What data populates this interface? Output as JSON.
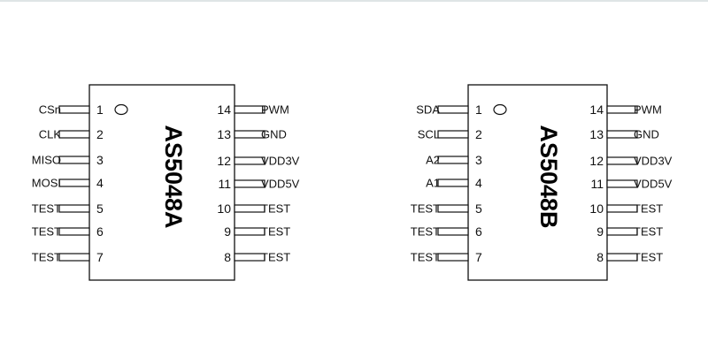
{
  "chips": [
    {
      "name": "AS5048A",
      "left_pins": [
        {
          "num": "1",
          "label": "CSn"
        },
        {
          "num": "2",
          "label": "CLK"
        },
        {
          "num": "3",
          "label": "MISO"
        },
        {
          "num": "4",
          "label": "MOSI"
        },
        {
          "num": "5",
          "label": "TEST"
        },
        {
          "num": "6",
          "label": "TEST"
        },
        {
          "num": "7",
          "label": "TEST"
        }
      ],
      "right_pins": [
        {
          "num": "14",
          "label": "PWM"
        },
        {
          "num": "13",
          "label": "GND"
        },
        {
          "num": "12",
          "label": "VDD3V"
        },
        {
          "num": "11",
          "label": "VDD5V"
        },
        {
          "num": "10",
          "label": "TEST"
        },
        {
          "num": "9",
          "label": "TEST"
        },
        {
          "num": "8",
          "label": "TEST"
        }
      ]
    },
    {
      "name": "AS5048B",
      "left_pins": [
        {
          "num": "1",
          "label": "SDA"
        },
        {
          "num": "2",
          "label": "SCL"
        },
        {
          "num": "3",
          "label": "A2"
        },
        {
          "num": "4",
          "label": "A1"
        },
        {
          "num": "5",
          "label": "TEST"
        },
        {
          "num": "6",
          "label": "TEST"
        },
        {
          "num": "7",
          "label": "TEST"
        }
      ],
      "right_pins": [
        {
          "num": "14",
          "label": "PWM"
        },
        {
          "num": "13",
          "label": "GND"
        },
        {
          "num": "12",
          "label": "VDD3V"
        },
        {
          "num": "11",
          "label": "VDD5V"
        },
        {
          "num": "10",
          "label": "TEST"
        },
        {
          "num": "9",
          "label": "TEST"
        },
        {
          "num": "8",
          "label": "TEST"
        }
      ]
    }
  ]
}
